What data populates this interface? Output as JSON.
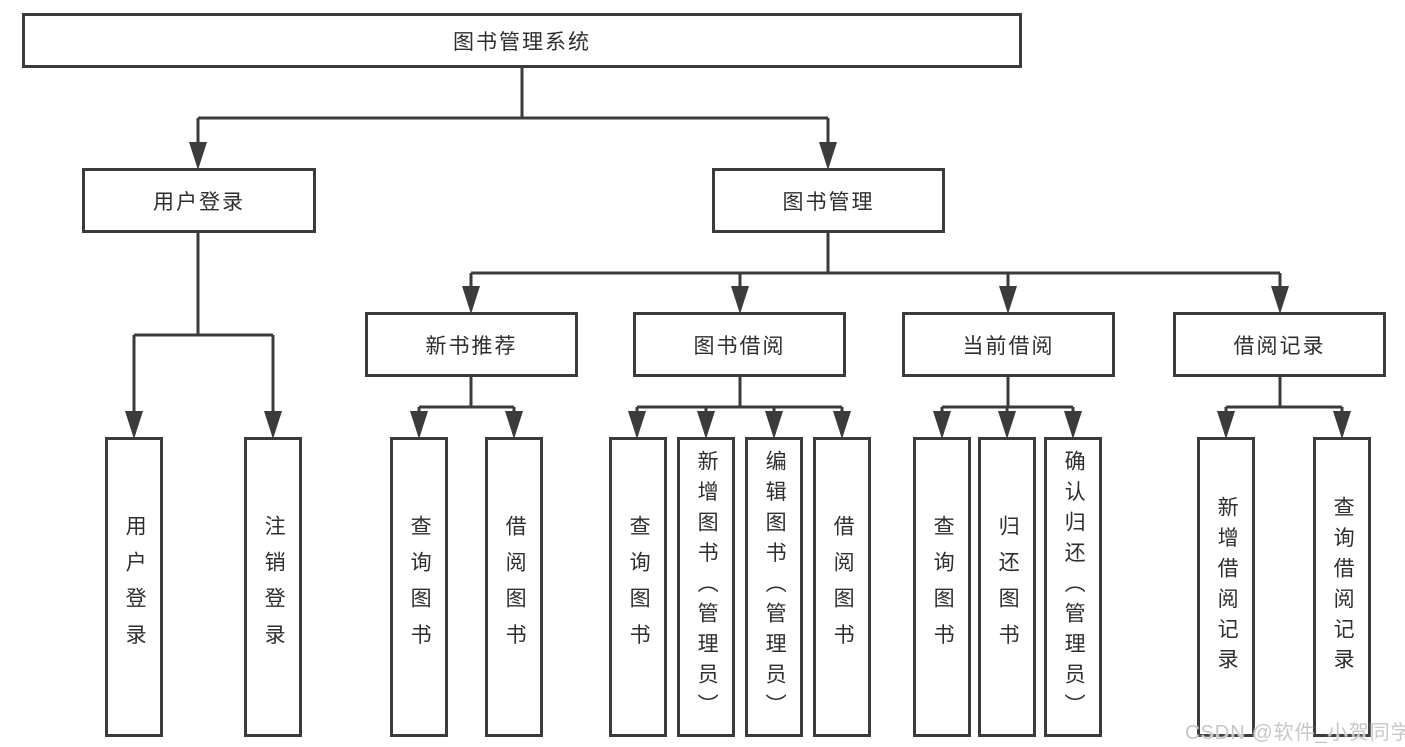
{
  "diagram": {
    "root": {
      "label": "图书管理系统"
    },
    "children": [
      {
        "label": "用户登录",
        "children": [
          {
            "label": "用户登录"
          },
          {
            "label": "注销登录"
          }
        ]
      },
      {
        "label": "图书管理",
        "children": [
          {
            "label": "新书推荐",
            "children": [
              {
                "label": "查询图书"
              },
              {
                "label": "借阅图书"
              }
            ]
          },
          {
            "label": "图书借阅",
            "children": [
              {
                "label": "查询图书"
              },
              {
                "label": "新增图书（管理员）"
              },
              {
                "label": "编辑图书（管理员）"
              },
              {
                "label": "借阅图书"
              }
            ]
          },
          {
            "label": "当前借阅",
            "children": [
              {
                "label": "查询图书"
              },
              {
                "label": "归还图书"
              },
              {
                "label": "确认归还（管理员）"
              }
            ]
          },
          {
            "label": "借阅记录",
            "children": [
              {
                "label": "新增借阅记录"
              },
              {
                "label": "查询借阅记录"
              }
            ]
          }
        ]
      }
    ]
  },
  "watermark": {
    "text": "CSDN @软件_小贺同学"
  },
  "colors": {
    "line": "#3b3b3b",
    "text": "#2e2e2e",
    "background": "#ffffff",
    "watermark": "#c7c7c7"
  }
}
